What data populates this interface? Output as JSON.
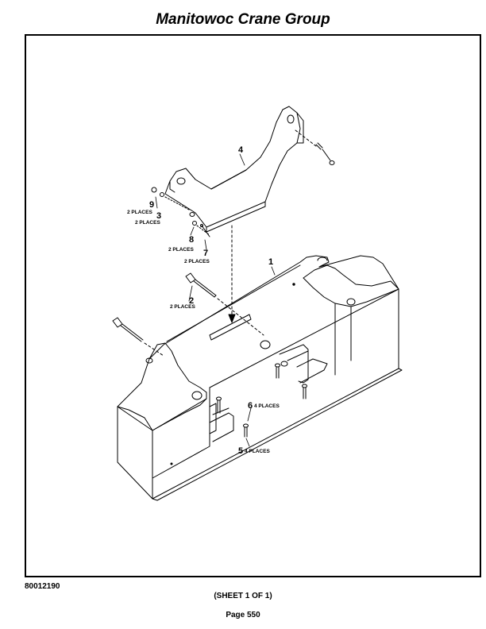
{
  "header": {
    "title": "Manitowoc Crane Group"
  },
  "footer": {
    "drawing_number": "80012190",
    "sheet": "(SHEET 1 OF 1)",
    "page": "Page 550"
  },
  "callouts": {
    "c1": "1",
    "c2": "2",
    "c2_qty": "2 PLACES",
    "c3": "3",
    "c3_qty": "2 PLACES",
    "c4": "4",
    "c5": "5",
    "c5_qty": "4 PLACES",
    "c6": "6",
    "c6_qty": "4 PLACES",
    "c7": "7",
    "c7_qty": "2 PLACES",
    "c8": "8",
    "c8_qty": "2 PLACES",
    "c9": "9",
    "c9_qty": "2 PLACES"
  }
}
